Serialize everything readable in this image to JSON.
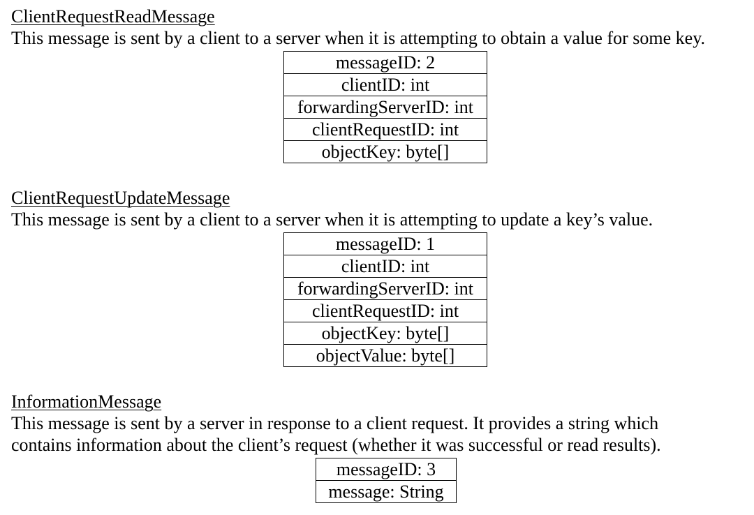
{
  "sections": [
    {
      "title": "ClientRequestReadMessage",
      "description": [
        "This message is sent by a client to a server when it is attempting to obtain a value for some key."
      ],
      "fields": [
        "messageID: 2",
        "clientID: int",
        "forwardingServerID: int",
        "clientRequestID: int",
        "objectKey: byte[]"
      ]
    },
    {
      "title": "ClientRequestUpdateMessage",
      "description": [
        "This message is sent by a client to a server when it is attempting to update a key’s value."
      ],
      "fields": [
        "messageID: 1",
        "clientID: int",
        "forwardingServerID: int",
        "clientRequestID: int",
        "objectKey: byte[]",
        "objectValue: byte[]"
      ]
    },
    {
      "title": "InformationMessage",
      "description": [
        "This message is sent by a server in response to a client request. It provides a string which",
        "contains information about the client’s request (whether it was successful or read results)."
      ],
      "fields": [
        "messageID: 3",
        "message: String"
      ]
    }
  ]
}
